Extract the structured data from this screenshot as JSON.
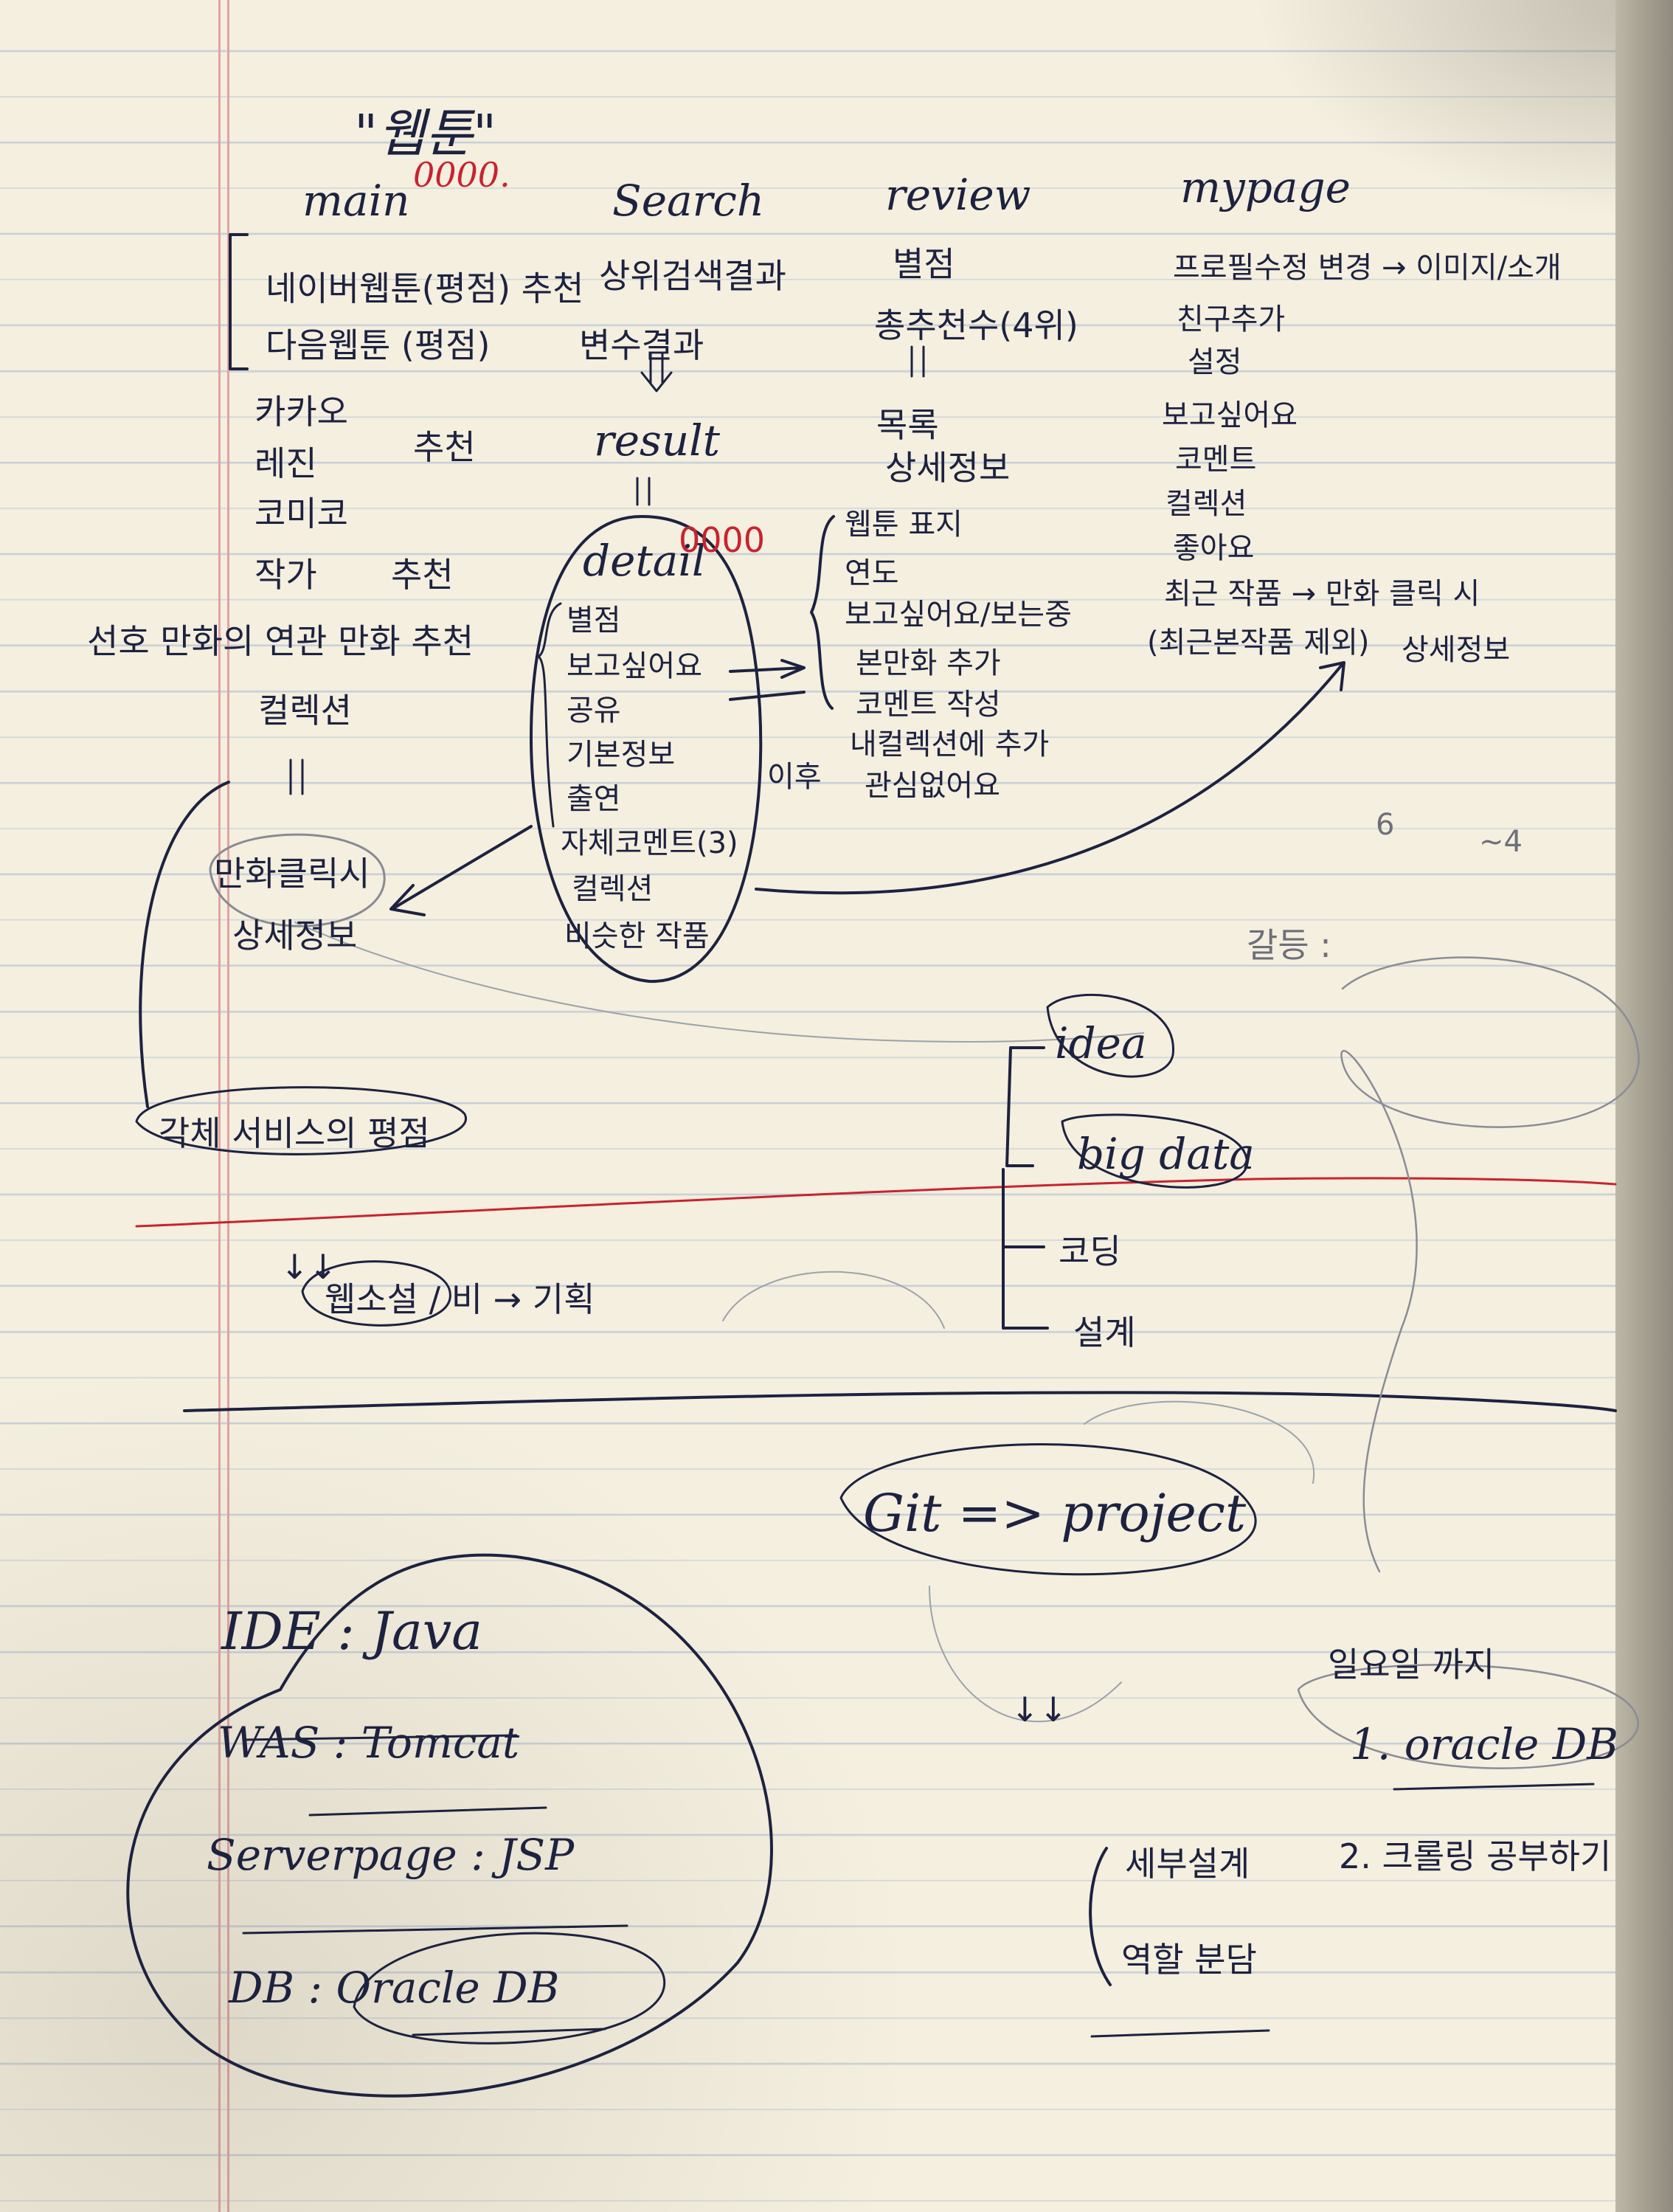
{
  "note": {
    "title": "\"웹툰\"",
    "title_mark": "0000.",
    "main": {
      "heading": "main",
      "items": [
        "네이버웹툰(평점) 추천",
        "다음웹툰 (평점)",
        "카카오",
        "레진",
        "코미코"
      ],
      "recommend_1": "추천",
      "author": "작가",
      "recommend_2": "추천",
      "preference": "선호 만화의 연관 만화 추천",
      "collection": "컬렉션",
      "click": "만화클릭시",
      "detail_info": "상세정보",
      "external_rating": "각체 서비스의 평점"
    },
    "search": {
      "heading": "Search",
      "line1": "상위검색결과",
      "line2": "변수결과",
      "result": "result",
      "detail": "detail",
      "detail_mark": "0000",
      "detail_items": [
        "별점",
        "보고싶어요",
        "공유",
        "기본정보",
        "출연",
        "자체코멘트(3)",
        "컬렉션",
        "비슷한 작품"
      ]
    },
    "review": {
      "heading": "review",
      "line1": "별점",
      "line2": "총추천수(4위)",
      "list": "목록",
      "detail_info": "상세정보",
      "detail_items": [
        "웹툰 표지",
        "연도",
        "보고싶어요/보는중",
        "본만화 추가",
        "코멘트 작성",
        "내컬렉션에 추가",
        "관심없어요"
      ],
      "side_label": "이후"
    },
    "mypage": {
      "heading": "mypage",
      "items": [
        "프로필수정 변경 → 이미지/소개",
        "친구추가",
        "설정",
        "보고싶어요",
        "코멘트",
        "컬렉션",
        "좋아요",
        "최근 작품 → 만화 클릭 시",
        "(최근본작품 제외)"
      ],
      "goto_detail": "상세정보"
    },
    "misc": {
      "small_mark_1": "6",
      "small_mark_2": "~4",
      "conflict": "갈등 :"
    },
    "branch": {
      "items": [
        "idea",
        "big data",
        "코딩",
        "설계"
      ]
    },
    "bottom_left": {
      "arrow": "↓↓",
      "line": "웹소설 / 비 → 기획"
    },
    "git": "Git => project",
    "stack": {
      "ide": "IDE : Java",
      "was": "WAS : Tomcat",
      "serverpage": "Serverpage : JSP",
      "db": "DB : Oracle DB"
    },
    "next_steps": {
      "mark": "↓↓",
      "items": [
        "세부설계",
        "역할 분담"
      ]
    },
    "todo": {
      "title": "일요일 까지",
      "items": [
        "1. oracle DB",
        "2. 크롤링 공부하기"
      ]
    }
  }
}
